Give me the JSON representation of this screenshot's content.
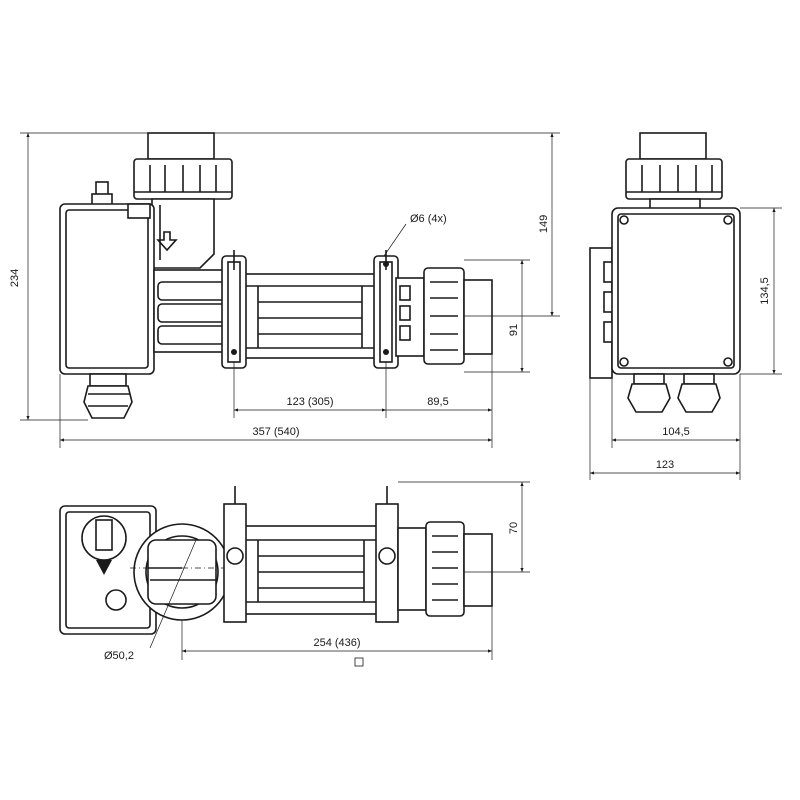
{
  "dimensions": {
    "height_total": "234",
    "height_upper": "149",
    "pipe_height": "91",
    "clamp_hole": "Ø6 (4x)",
    "clamp_spacing": "123 (305)",
    "union_length": "89,5",
    "total_length": "357 (540)",
    "box_height": "134,5",
    "box_width": "104,5",
    "side_width": "123",
    "top_height": "70",
    "body_length": "254 (436)",
    "pipe_diameter": "Ø50,2"
  },
  "marks": {
    "clamp_label_1": "I",
    "clamp_label_2": "I"
  }
}
